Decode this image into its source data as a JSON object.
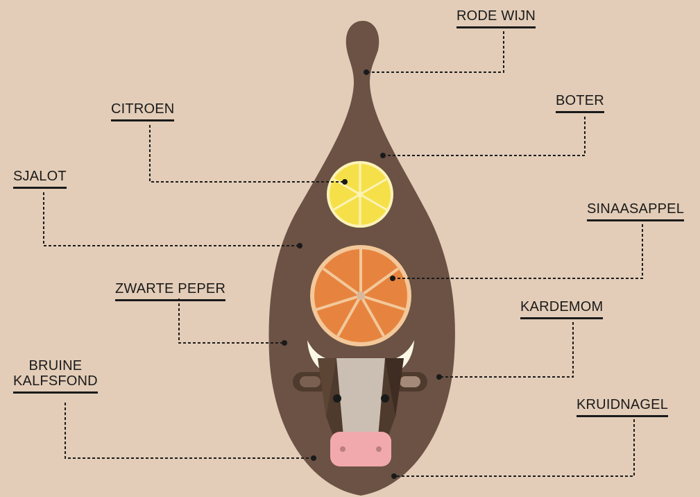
{
  "colors": {
    "background": "#e3cdb8",
    "board": "#6b5244",
    "lemon": "#f6e04a",
    "orange": "#e6843f",
    "cow_face": "#cbbfb3",
    "cow_side": "#4f3a2e",
    "horn": "#fbf7e6",
    "nose": "#f2a9ad",
    "line": "#1a1a1a"
  },
  "labels": {
    "rode_wijn": "RODE WIJN",
    "citroen": "CITROEN",
    "boter": "BOTER",
    "sjalot": "SJALOT",
    "sinaasappel": "SINAASAPPEL",
    "zwarte_peper": "ZWARTE PEPER",
    "kardemom": "KARDEMOM",
    "bruine_kalfsfond_1": "BRUINE",
    "bruine_kalfsfond_2": "KALFSFOND",
    "kruidnagel": "KRUIDNAGEL"
  },
  "icons": [
    "cutting-board-icon",
    "lemon-slice-icon",
    "orange-slice-icon",
    "cow-head-icon"
  ]
}
